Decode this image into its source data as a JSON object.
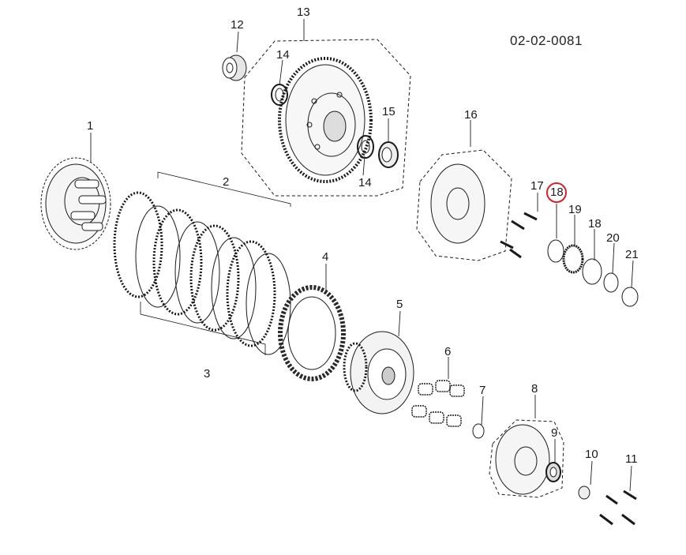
{
  "diagram": {
    "drawing_code": "02-02-0081",
    "highlight_color": "#d0232a",
    "highlighted_part": "18",
    "callouts": {
      "c1": "1",
      "c2": "2",
      "c3": "3",
      "c4": "4",
      "c5": "5",
      "c6": "6",
      "c7": "7",
      "c8": "8",
      "c9": "9",
      "c10": "10",
      "c11": "11",
      "c12": "12",
      "c13": "13",
      "c14a": "14",
      "c14b": "14",
      "c15": "15",
      "c16": "16",
      "c17": "17",
      "c18a": "18",
      "c18b": "18",
      "c19": "19",
      "c20": "20",
      "c21": "21"
    }
  }
}
